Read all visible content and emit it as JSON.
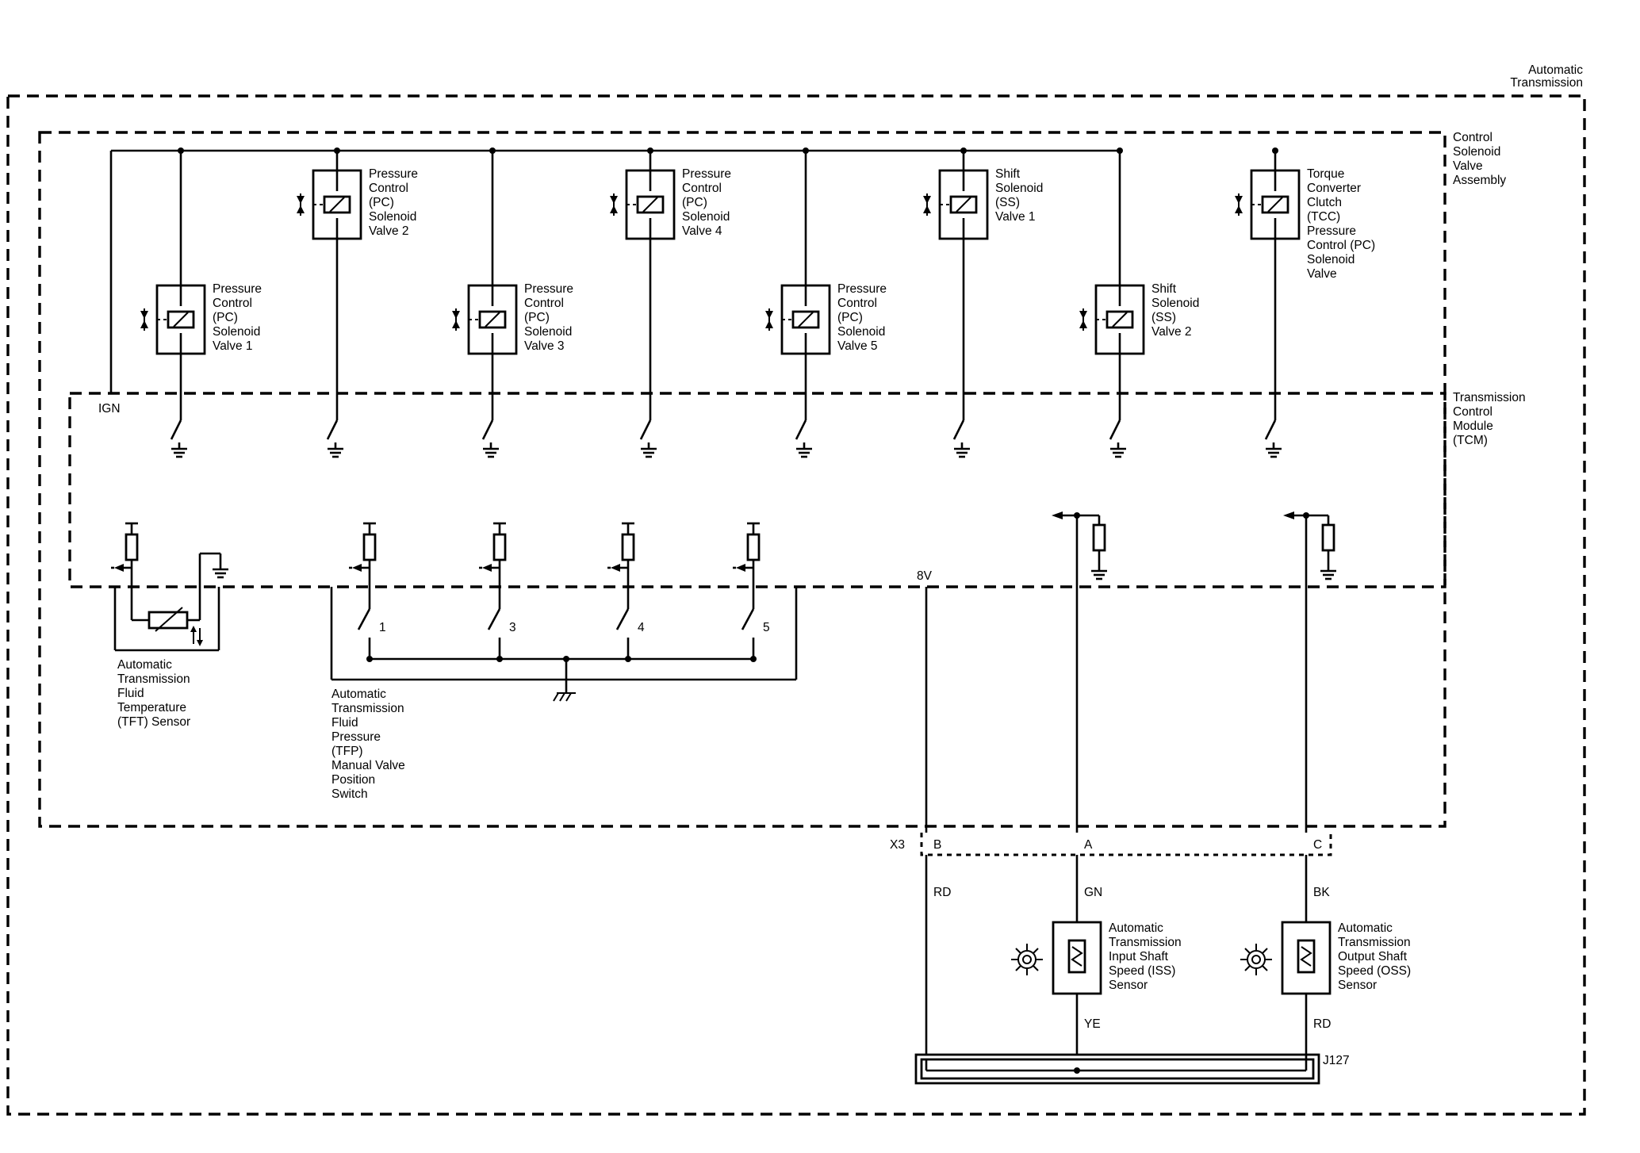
{
  "boundaries": {
    "automatic_transmission": [
      "Automatic",
      "Transmission"
    ],
    "control_solenoid_valve_assembly": [
      "Control",
      "Solenoid",
      "Valve",
      "Assembly"
    ],
    "tcm": [
      "Transmission",
      "Control",
      "Module",
      "(TCM)"
    ]
  },
  "ign_label": "IGN",
  "eight_v_label": "8V",
  "solenoids": [
    {
      "id": "pc1",
      "lines": [
        "Pressure",
        "Control",
        "(PC)",
        "Solenoid",
        "Valve 1"
      ]
    },
    {
      "id": "pc2",
      "lines": [
        "Pressure",
        "Control",
        "(PC)",
        "Solenoid",
        "Valve 2"
      ]
    },
    {
      "id": "pc3",
      "lines": [
        "Pressure",
        "Control",
        "(PC)",
        "Solenoid",
        "Valve 3"
      ]
    },
    {
      "id": "pc4",
      "lines": [
        "Pressure",
        "Control",
        "(PC)",
        "Solenoid",
        "Valve 4"
      ]
    },
    {
      "id": "pc5",
      "lines": [
        "Pressure",
        "Control",
        "(PC)",
        "Solenoid",
        "Valve 5"
      ]
    },
    {
      "id": "ss1",
      "lines": [
        "Shift",
        "Solenoid",
        "(SS)",
        "Valve 1"
      ]
    },
    {
      "id": "ss2",
      "lines": [
        "Shift",
        "Solenoid",
        "(SS)",
        "Valve 2"
      ]
    },
    {
      "id": "tcc",
      "lines": [
        "Torque",
        "Converter",
        "Clutch",
        "(TCC)",
        "Pressure",
        "Control (PC)",
        "Solenoid",
        "Valve"
      ]
    }
  ],
  "tft_sensor": [
    "Automatic",
    "Transmission",
    "Fluid",
    "Temperature",
    "(TFT) Sensor"
  ],
  "tfp_switch": {
    "lines": [
      "Automatic",
      "Transmission",
      "Fluid",
      "Pressure",
      "(TFP)",
      "Manual Valve",
      "Position",
      "Switch"
    ],
    "contacts": [
      "1",
      "3",
      "4",
      "5"
    ]
  },
  "connector": {
    "name": "X3",
    "pins": [
      "B",
      "A",
      "C"
    ]
  },
  "wire_colors": {
    "b_wire": "RD",
    "a_wire": "GN",
    "c_wire": "BK",
    "iss_low": "YE",
    "oss_low": "RD"
  },
  "iss_sensor": [
    "Automatic",
    "Transmission",
    "Input Shaft",
    "Speed (ISS)",
    "Sensor"
  ],
  "oss_sensor": [
    "Automatic",
    "Transmission",
    "Output Shaft",
    "Speed (OSS)",
    "Sensor"
  ],
  "splice": "J127"
}
